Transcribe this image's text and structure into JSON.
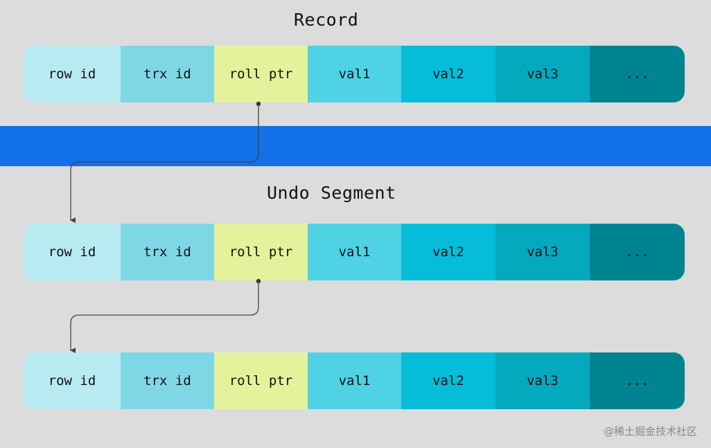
{
  "titles": {
    "top": "Record",
    "middle": "Undo Segment"
  },
  "fields": [
    "row id",
    "trx id",
    "roll ptr",
    "val1",
    "val2",
    "val3",
    "..."
  ],
  "colors": {
    "row_id": "#b8eaf1",
    "trx_id": "#7fd7e6",
    "roll_ptr": "#e6f29b",
    "val1": "#4fd2e3",
    "val2": "#05bdd8",
    "val3": "#05a9be",
    "more": "#008390",
    "band": "#1270e8",
    "background": "#dcdcdc"
  },
  "watermark": "@稀土掘金技术社区"
}
